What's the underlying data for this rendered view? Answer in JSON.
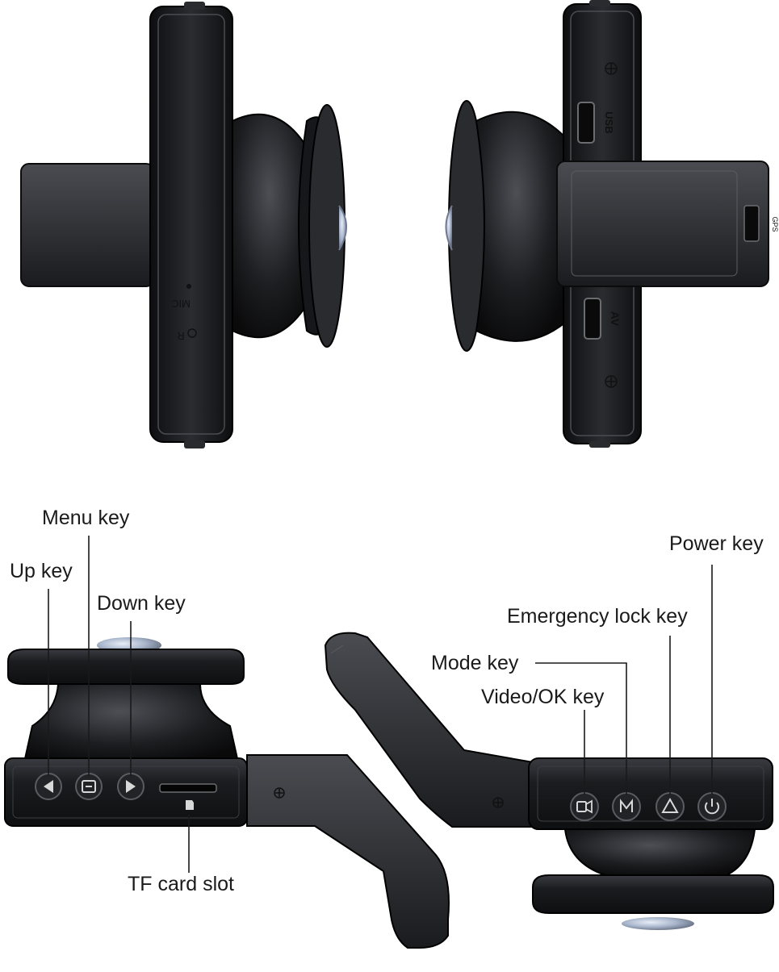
{
  "side_views": {
    "left_markings": {
      "mic": "MIC",
      "reset": "R"
    },
    "right_markings": {
      "usb": "USB",
      "av": "AV",
      "gps": "GPS"
    }
  },
  "callouts": {
    "menu_key": "Menu key",
    "up_key": "Up key",
    "down_key": "Down key",
    "tf_card_slot": "TF card slot",
    "power_key": "Power key",
    "emergency_lock_key": "Emergency lock key",
    "mode_key": "Mode key",
    "video_ok_key": "Video/OK key"
  },
  "icons": {
    "up_key": "triangle-left-icon",
    "menu_key": "menu-icon",
    "down_key": "triangle-right-icon",
    "tf_card": "sd-card-icon",
    "video_ok_key": "video-camera-icon",
    "mode_key": "letter-m-icon",
    "emergency_lock_key": "warning-triangle-icon",
    "power_key": "power-icon"
  },
  "colors": {
    "body": "#1c1d20",
    "edge": "#3a3c41",
    "background": "#ffffff",
    "label": "#1a1a1a"
  }
}
